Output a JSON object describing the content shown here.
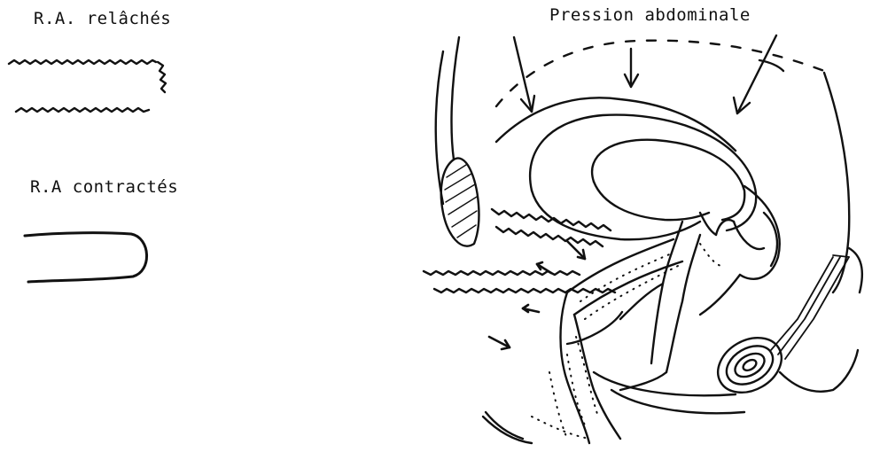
{
  "labels": {
    "relaxed": "R.A. relâchés",
    "contracted": "R.A contractés",
    "pressure": "Pression abdominale"
  },
  "colors": {
    "ink": "#111111",
    "background": "#ffffff"
  }
}
